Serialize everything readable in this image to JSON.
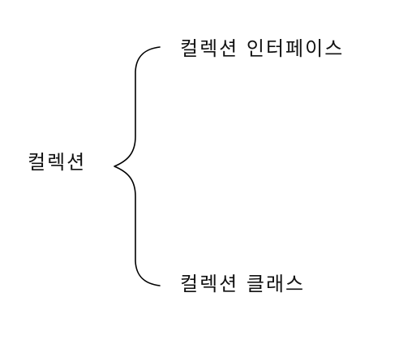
{
  "diagram": {
    "root": "컬렉션",
    "branches": [
      "컬렉션 인터페이스",
      "컬렉션 클래스"
    ]
  }
}
